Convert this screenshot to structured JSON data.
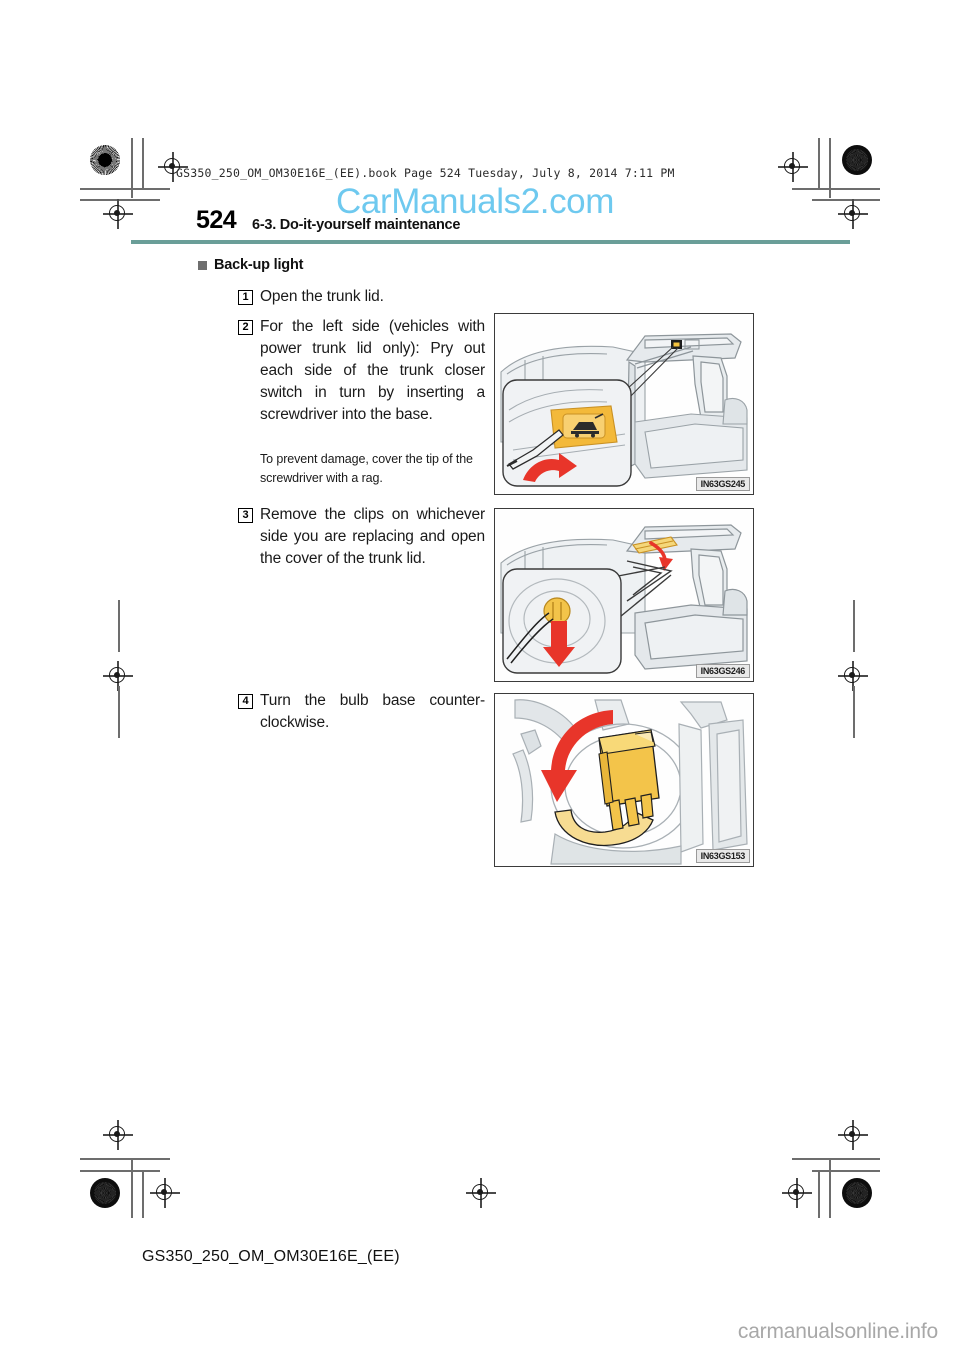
{
  "header": {
    "book_line": "GS350_250_OM_OM30E16E_(EE).book   Page 524   Tuesday, July 8, 2014   7:11 PM",
    "watermark": "CarManuals2.com",
    "page_number": "524",
    "section_title": "6-3. Do-it-yourself maintenance",
    "rule_color": "#6a9e98"
  },
  "content": {
    "subhead": "Back-up light",
    "steps": [
      {
        "num": "1",
        "text": "Open the trunk lid."
      },
      {
        "num": "2",
        "text": "For the left side (vehicles with power trunk lid only): Pry out each side of the trunk closer switch in turn by inserting a screwdriver into the base."
      },
      {
        "num": "3",
        "text": "Remove the clips on whichever side you are replacing and open the cover of the trunk lid."
      },
      {
        "num": "4",
        "text": "Turn the bulb base counter-clockwise."
      }
    ],
    "note": "To prevent damage, cover the tip of the screwdriver with a rag."
  },
  "figures": [
    {
      "id": "IN63GS245",
      "caption_name": "trunk-closer-switch-pry"
    },
    {
      "id": "IN63GS246",
      "caption_name": "trunk-lid-clip-removal"
    },
    {
      "id": "IN63GS153",
      "caption_name": "bulb-base-turn-counterclockwise"
    }
  ],
  "footer": {
    "code": "GS350_250_OM_OM30E16E_(EE)",
    "watermark": "carmanualsonline.info"
  },
  "colors": {
    "accent_rule": "#6a9e98",
    "watermark_top": "#6ec9ef",
    "watermark_bottom": "#a8a8a8",
    "highlight_yellow": "#f5c33f",
    "arrow_red": "#e8352a",
    "illustration_gray": "#d9dde0"
  }
}
